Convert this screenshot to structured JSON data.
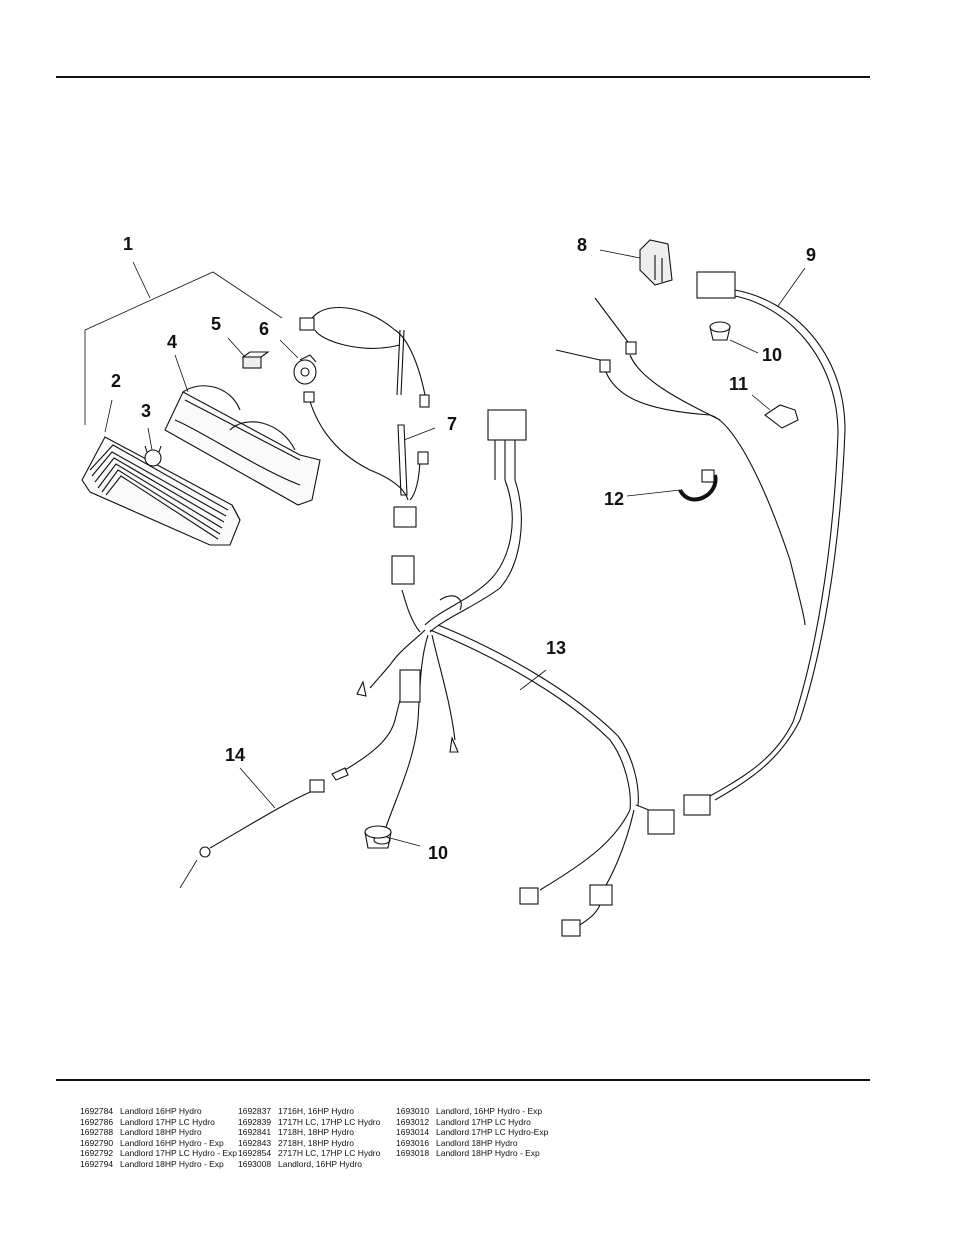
{
  "diagram": {
    "callouts": [
      "1",
      "2",
      "3",
      "4",
      "5",
      "6",
      "7",
      "8",
      "9",
      "10",
      "11",
      "12",
      "13",
      "14",
      "10"
    ]
  },
  "models": [
    [
      {
        "part": "1692784",
        "desc": "Landlord 16HP Hydro"
      },
      {
        "part": "1692786",
        "desc": "Landlord 17HP LC Hydro"
      },
      {
        "part": "1692788",
        "desc": "Landlord 18HP Hydro"
      },
      {
        "part": "1692790",
        "desc": "Landlord 16HP Hydro - Exp"
      },
      {
        "part": "1692792",
        "desc": "Landlord 17HP LC Hydro - Exp"
      },
      {
        "part": "1692794",
        "desc": "Landlord 18HP Hydro - Exp"
      }
    ],
    [
      {
        "part": "1692837",
        "desc": "1716H, 16HP Hydro"
      },
      {
        "part": "1692839",
        "desc": "1717H LC, 17HP LC Hydro"
      },
      {
        "part": "1692841",
        "desc": "1718H, 18HP Hydro"
      },
      {
        "part": "1692843",
        "desc": "2718H, 18HP Hydro"
      },
      {
        "part": "1692854",
        "desc": "2717H LC, 17HP LC Hydro"
      },
      {
        "part": "1693008",
        "desc": "Landlord, 16HP Hydro"
      }
    ],
    [
      {
        "part": "1693010",
        "desc": "Landlord, 16HP Hydro - Exp"
      },
      {
        "part": "1693012",
        "desc": "Landlord 17HP LC Hydro"
      },
      {
        "part": "1693014",
        "desc": "Landlord 17HP LC Hydro-Exp"
      },
      {
        "part": "1693016",
        "desc": "Landlord 18HP Hydro"
      },
      {
        "part": "1693018",
        "desc": "Landlord 18HP Hydro - Exp"
      }
    ]
  ]
}
